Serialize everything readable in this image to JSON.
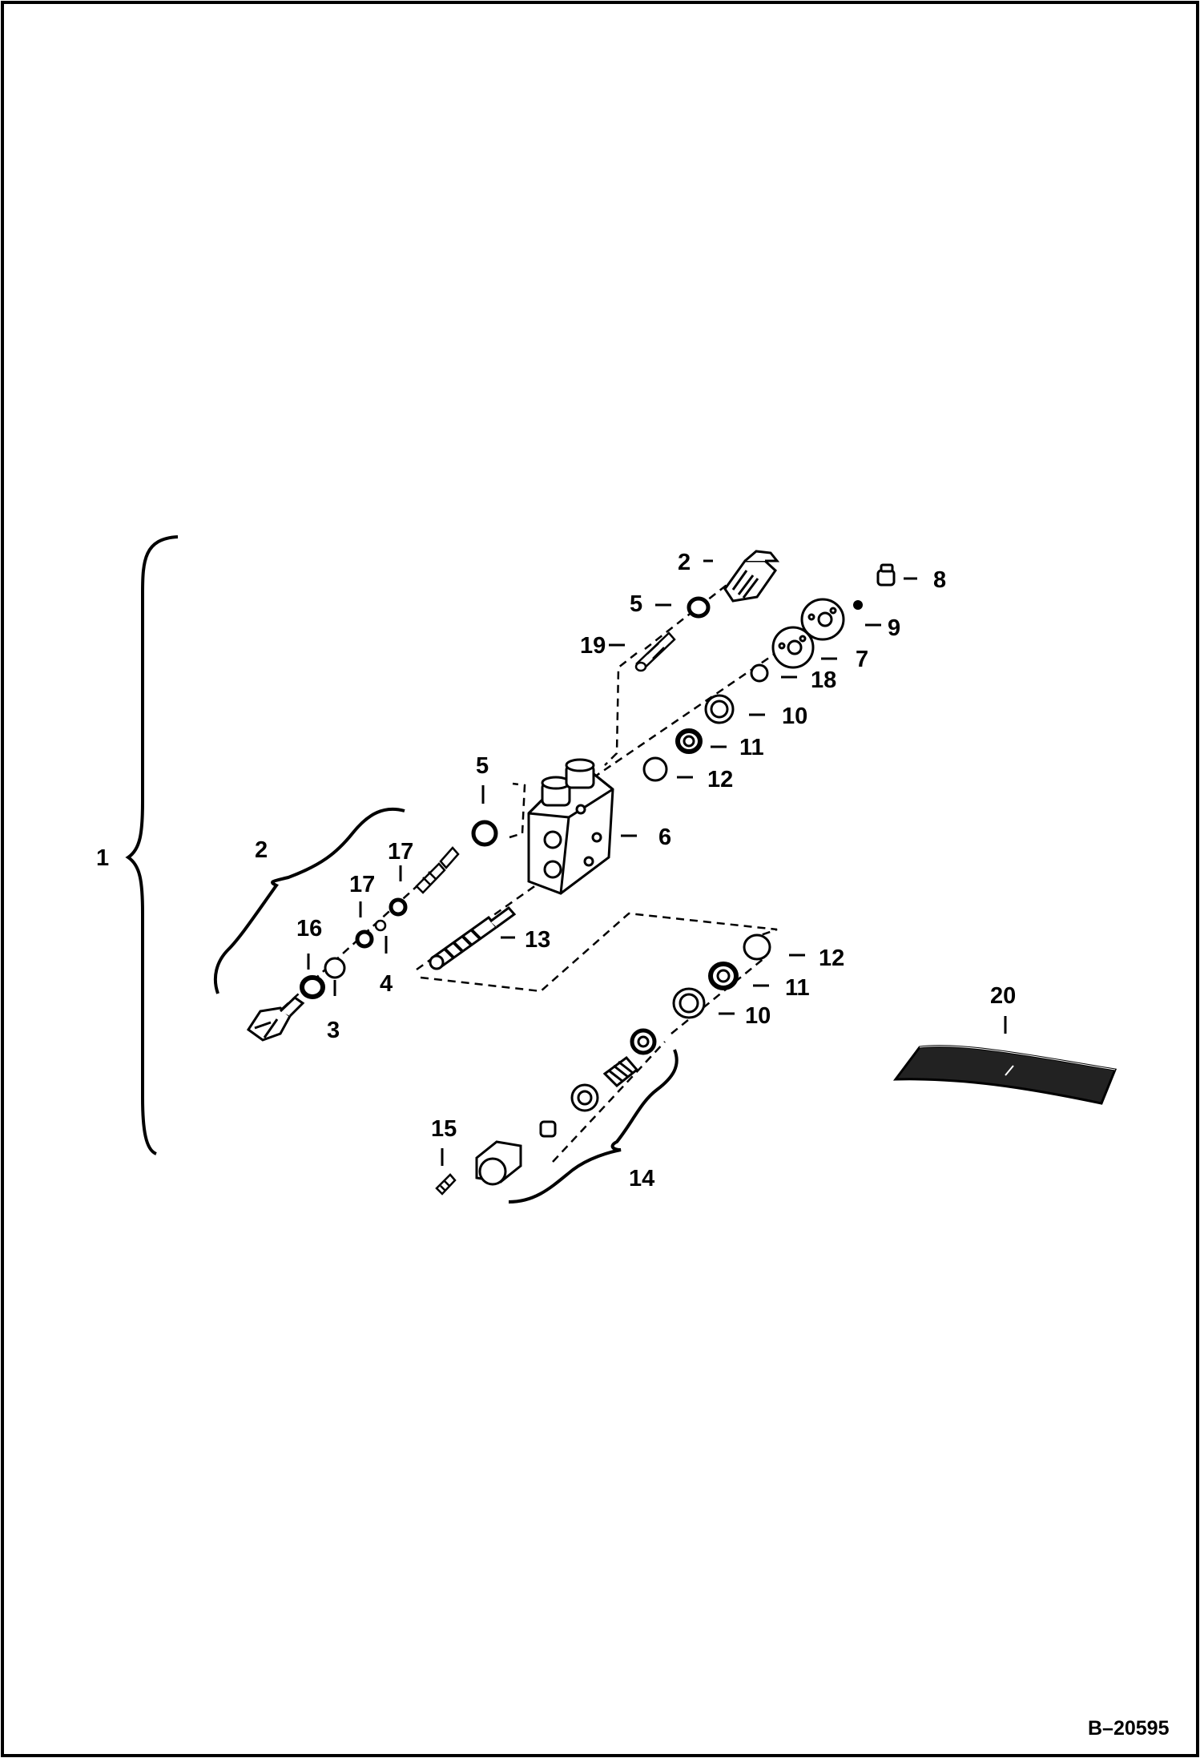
{
  "drawing": {
    "reference": "B–20595"
  },
  "callouts": {
    "c1": "1",
    "c2_top": "2",
    "c2_group": "2",
    "c3": "3",
    "c4": "4",
    "c5_top": "5",
    "c5_mid": "5",
    "c6": "6",
    "c7": "7",
    "c8": "8",
    "c9": "9",
    "c10_upper": "10",
    "c10_lower": "10",
    "c11_upper": "11",
    "c11_lower": "11",
    "c12_upper": "12",
    "c12_lower": "12",
    "c13": "13",
    "c14": "14",
    "c15": "15",
    "c16": "16",
    "c17_a": "17",
    "c17_b": "17",
    "c18": "18",
    "c19": "19",
    "c20": "20"
  }
}
